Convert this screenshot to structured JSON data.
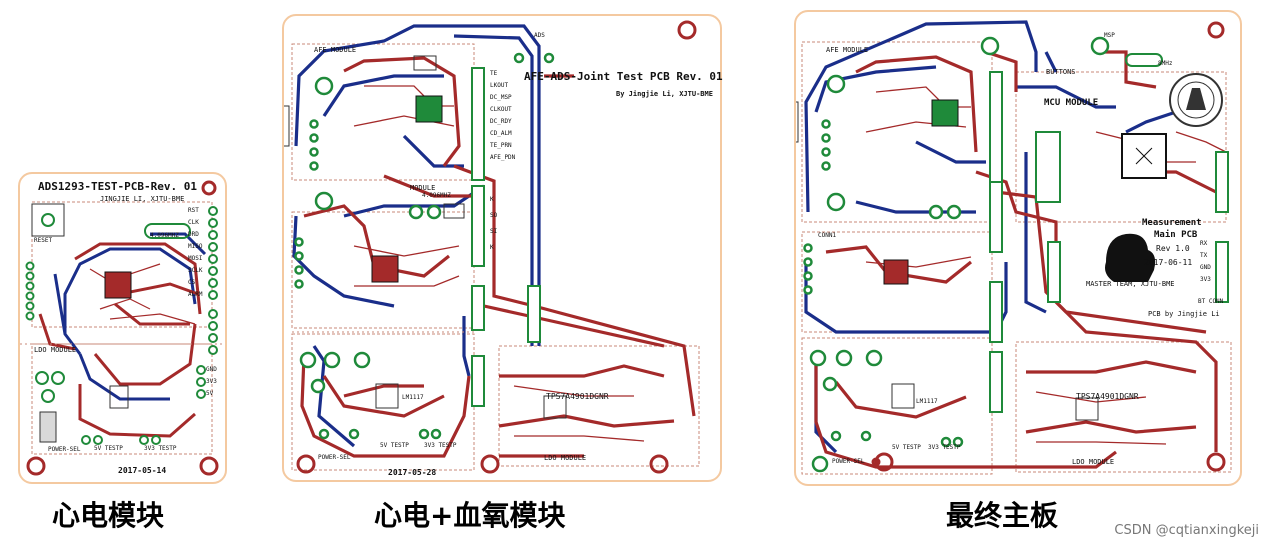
{
  "boards": [
    {
      "caption": "心电模块",
      "title": "ADS1293-TEST-PCB-Rev. 01",
      "author": "JINGJIE LI, XJTU-BME",
      "date": "2017-05-14",
      "crystal": "4.096MHZ",
      "labels": {
        "reset": "RESET",
        "ldo": "LDO MODULE",
        "power_sel": "POWER-SEL",
        "test5v": "5V TESTP",
        "test3v3": "3V3 TESTP"
      },
      "pins_right": [
        "RST",
        "CLK",
        "DRD",
        "MISO",
        "MOSI",
        "SCLK",
        "CS",
        "ALRM"
      ],
      "pins_bottom": [
        "GND",
        "3V3",
        "5V"
      ]
    },
    {
      "caption": "心电+血氧模块",
      "title": "AFE-ADS-Joint Test PCB Rev. 01",
      "author": "By Jingjie Li, XJTU-BME",
      "date": "2017-05-28",
      "labels": {
        "afe": "AFE MODULE",
        "ads": "ADS",
        "module": "MODULE",
        "crystal": "4.096MHZ",
        "power_sel": "POWER-SEL",
        "test5v": "5V TESTP",
        "test3v3": "3V3 TESTP",
        "ldo": "LDO MODULE",
        "lm1117": "LM1117",
        "regulator": "TPS7A4901DGNR"
      },
      "afe_pins": [
        "TE",
        "LKOUT",
        "DC_MSP",
        "CLKOUT",
        "DC_RDY",
        "CD_ALM",
        "TE_PRN",
        "AFE_PDN"
      ],
      "ads_pins": [
        "K",
        "SO",
        "SI",
        "K"
      ]
    },
    {
      "caption": "最终主板",
      "title_line1": "Measurement",
      "title_line2": "Main PCB",
      "rev": "Rev 1.0",
      "date": "2017-06-11",
      "author": "MASTER TEAM, XJTU-BME",
      "labels": {
        "afe": "AFE MODULE",
        "buttons": "BUTTONS",
        "mcu": "MCU MODULE",
        "crystal": "8MHz",
        "conn1": "CONN1",
        "ldo": "LDO MODULE",
        "power_sel": "POWER-SEL",
        "test5v": "5V TESTP",
        "test3v3": "3V3 TESTP",
        "bt_conn": "BT CONN",
        "pcb_by": "PCB by Jingjie Li",
        "msp": "MSP",
        "lm1117": "LM1117",
        "regulator": "TPS7A4901DGNR"
      },
      "bt_pins": [
        "RX",
        "TX",
        "GND",
        "3V3"
      ]
    }
  ],
  "watermark": "CSDN @cqtianxingkeji",
  "colors": {
    "trace_red": "#a42a2a",
    "trace_blue": "#1a2e8a",
    "pad_green": "#1f8a3a",
    "outline": "#f4c9a0",
    "silk": "#7a4a00"
  }
}
